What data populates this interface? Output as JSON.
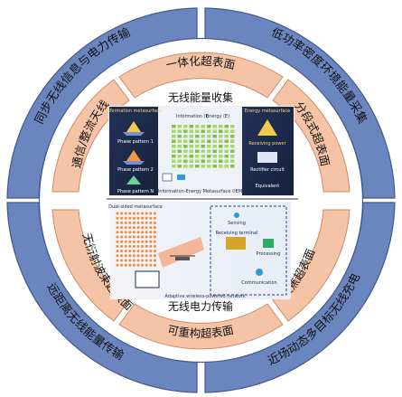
{
  "outer_ring": {
    "top_left": "同步无线信息与电力传输",
    "top_right": "低功率密度环境能量采集",
    "bottom_left": "远距离无线能量传输",
    "bottom_right": "近场动态多目标无线充电"
  },
  "inner_ring": {
    "top": "一体化超表面",
    "left_upper": "通信/整流天线",
    "right_upper": "分段式超表面",
    "left_lower": "无衍射波束超表面",
    "right_lower": "聚焦超表面",
    "bottom": "可重构超表面"
  },
  "center": {
    "top_title": "无线能量收集",
    "bottom_title": "无线电力传输"
  },
  "panel_top": {
    "left_header": "Information metasurface",
    "right_header": "Energy metasurface",
    "phase1": "Phase pattern 1",
    "phase2": "Phase pattern 2",
    "phaseN": "Phase pattern N",
    "info_label": "Information (I)",
    "energy_label": "Energy (E)",
    "receiving_power": "Receiving power",
    "rectifier": "Rectifier circuit",
    "equivalent": "Equivalent",
    "footer": "Information-Energy Metasurface (IEMS)"
  },
  "panel_bottom": {
    "dual_sided": "Dual-sided metasurface",
    "sensing": "Sensing",
    "receiving_terminal": "Receiving terminal",
    "processing": "Processing",
    "communication": "Communication",
    "footer": "Adaptive wireless-powered network"
  },
  "colors": {
    "outer_ring": "#6b86bf",
    "outer_stroke": "#42598d",
    "inner_ring": "#f5c3a5",
    "inner_stroke": "#cf8a66",
    "panel_dark": "#1c2a4a",
    "dashed": "#2a3f86"
  }
}
